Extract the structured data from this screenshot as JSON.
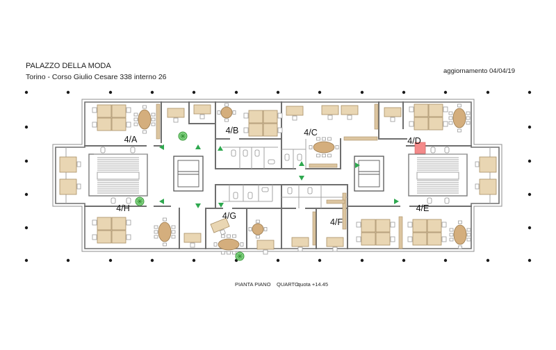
{
  "header": {
    "title": "PALAZZO DELLA MODA",
    "address": "Torino - Corso Giulio Cesare 338 interno 26",
    "updated": "aggiornamento 04/04/19"
  },
  "units": {
    "a": "4/A",
    "b": "4/B",
    "c": "4/C",
    "d": "4/D",
    "e": "4/E",
    "f": "4/F",
    "g": "4/G",
    "h": "4/H"
  },
  "caption": {
    "plan": "PIANTA PIANO",
    "floor": "QUARTO",
    "elevation": "quota +14.45"
  },
  "colors": {
    "wall": "#6e6e6e",
    "furniture": "#e9d6b3",
    "meeting_table": "#d4ae7d",
    "plant": "#82d482",
    "exit_sign": "#2ea84f",
    "highlight": "#f48a8a",
    "column_dot": "#1b1b1b"
  },
  "icons": [
    "elevator-icon",
    "stairs-icon",
    "plant-icon",
    "exit-arrow-icon",
    "toilet-icon",
    "desk-icon",
    "meeting-table-icon",
    "column-dot-icon"
  ]
}
